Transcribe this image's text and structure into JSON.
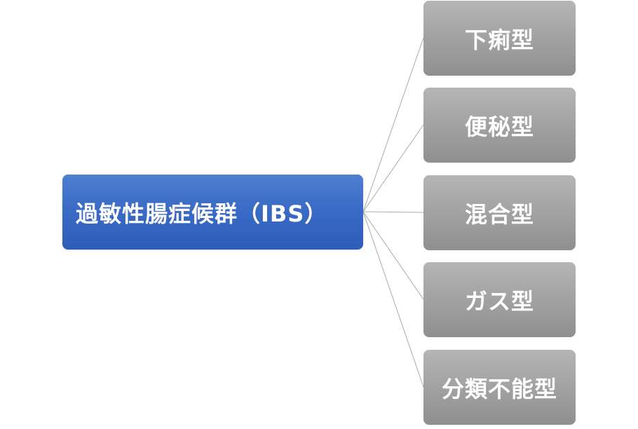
{
  "diagram": {
    "root": {
      "label": "過敏性腸症候群（IBS）",
      "color": "#3a6bc6"
    },
    "children": [
      {
        "label": "下痢型"
      },
      {
        "label": "便秘型"
      },
      {
        "label": "混合型"
      },
      {
        "label": "ガス型"
      },
      {
        "label": "分類不能型"
      }
    ],
    "child_color": "#a2a2a2",
    "connector_color": "#a6abb3"
  }
}
